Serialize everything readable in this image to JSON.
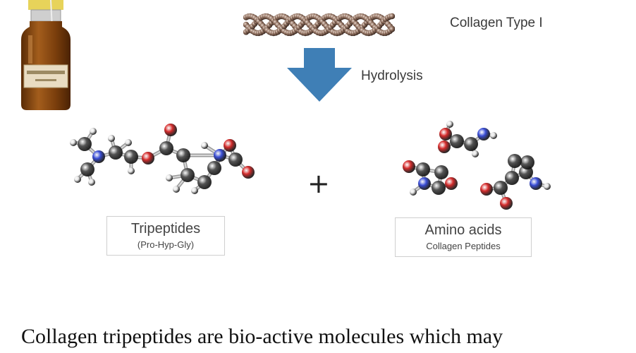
{
  "diagram": {
    "collagen_label": "Collagen Type I",
    "process_label": "Hydrolysis",
    "plus_sign": "+",
    "left_product": {
      "title": "Tripeptides",
      "subtitle": "(Pro-Hyp-Gly)"
    },
    "right_product": {
      "title": "Amino acids",
      "subtitle": "Collagen Peptides"
    },
    "caption": "Collagen tripeptides are bio-active molecules which may"
  },
  "colors": {
    "arrow": "#3f7fb6",
    "carbon": "#555555",
    "oxygen": "#d62d2d",
    "nitrogen": "#3b4fd8",
    "hydrogen": "#e6e6e6",
    "bottle": "#8a4a12",
    "cap": "#e7d35a",
    "fiber": "#8f6f5e"
  },
  "icons": [
    "vial-icon",
    "collagen-fiber-icon",
    "down-arrow-icon",
    "tripeptide-molecule-icon",
    "amino-acid-molecule-icon"
  ]
}
